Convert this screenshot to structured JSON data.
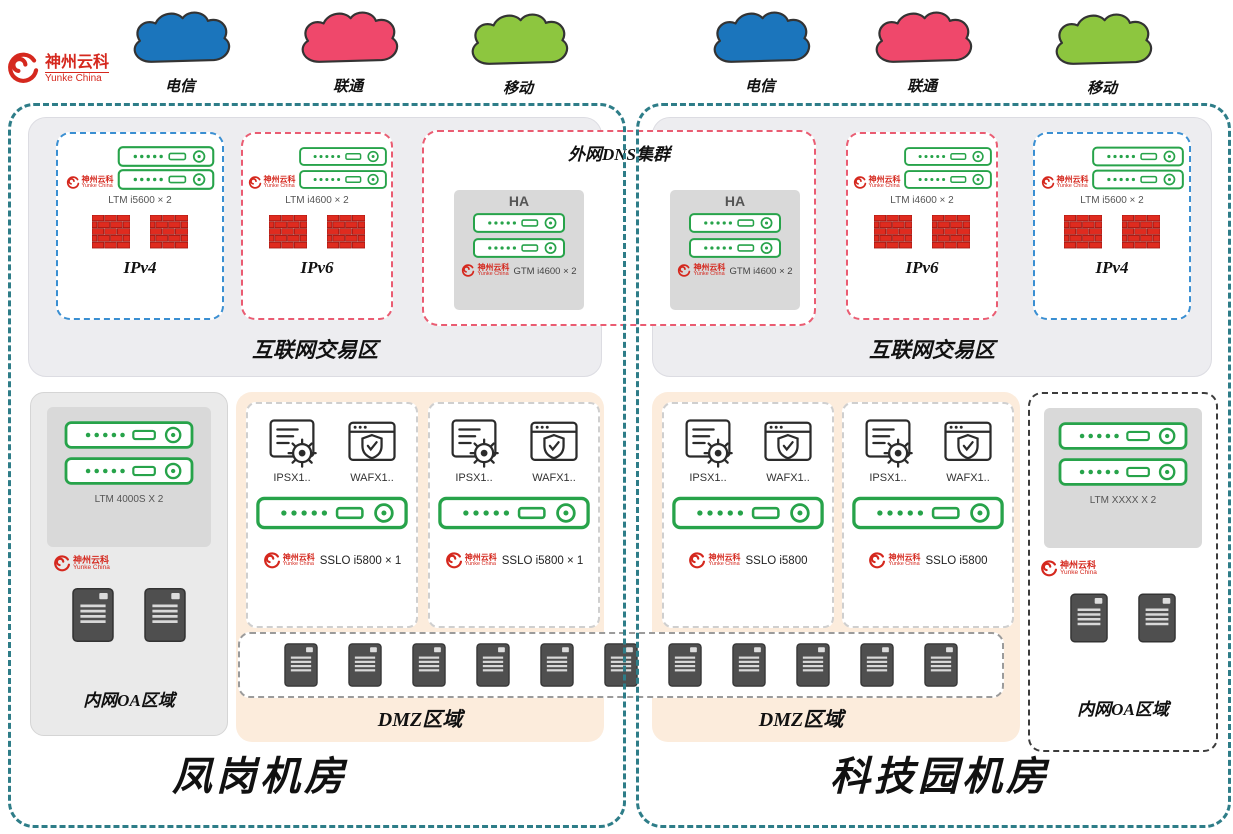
{
  "brand": {
    "name": "神州云科",
    "subtitle": "Yunke China"
  },
  "clouds": [
    {
      "label": "电信",
      "color": "#1b75bc"
    },
    {
      "label": "联通",
      "color": "#ef486b"
    },
    {
      "label": "移动",
      "color": "#8dc63f"
    },
    {
      "label": "电信",
      "color": "#1b75bc"
    },
    {
      "label": "联通",
      "color": "#ef486b"
    },
    {
      "label": "移动",
      "color": "#8dc63f"
    }
  ],
  "dns": {
    "title": "外网DNS集群",
    "ha": "HA",
    "gtm": "GTM i4600 × 2"
  },
  "zones": {
    "internet": "互联网交易区",
    "dmz": "DMZ区域",
    "oa": "内网OA区域"
  },
  "protocols": {
    "ipv4": "IPv4",
    "ipv6": "IPv6"
  },
  "dc1": {
    "name": "凤岗机房",
    "ipv4_device": "LTM i5600 × 2",
    "ipv6_device": "LTM i4600 × 2",
    "oa_device": "LTM 4000S X 2",
    "dmz_boxes": [
      {
        "ips": "IPSX1..",
        "waf": "WAFX1..",
        "sslo": "SSLO i5800 × 1"
      },
      {
        "ips": "IPSX1..",
        "waf": "WAFX1..",
        "sslo": "SSLO i5800 × 1"
      }
    ]
  },
  "dc2": {
    "name": "科技园机房",
    "ipv6_device": "LTM i4600 × 2",
    "ipv4_device": "LTM i5600 × 2",
    "oa_device": "LTM XXXX X 2",
    "dmz_boxes": [
      {
        "ips": "IPSX1..",
        "waf": "WAFX1..",
        "sslo": "SSLO i5800"
      },
      {
        "ips": "IPSX1..",
        "waf": "WAFX1..",
        "sslo": "SSLO i5800"
      }
    ]
  },
  "colors": {
    "dc_border": "#2e7d88",
    "ipv4_border": "#3a8fd2",
    "ipv6_border": "#ea5c72",
    "appliance_green": "#27a34a",
    "brand_red": "#d5281e",
    "dmz_bg": "#fcecdc",
    "internet_zone_bg": "#ededf0",
    "ha_bg": "#d9d9d9"
  }
}
